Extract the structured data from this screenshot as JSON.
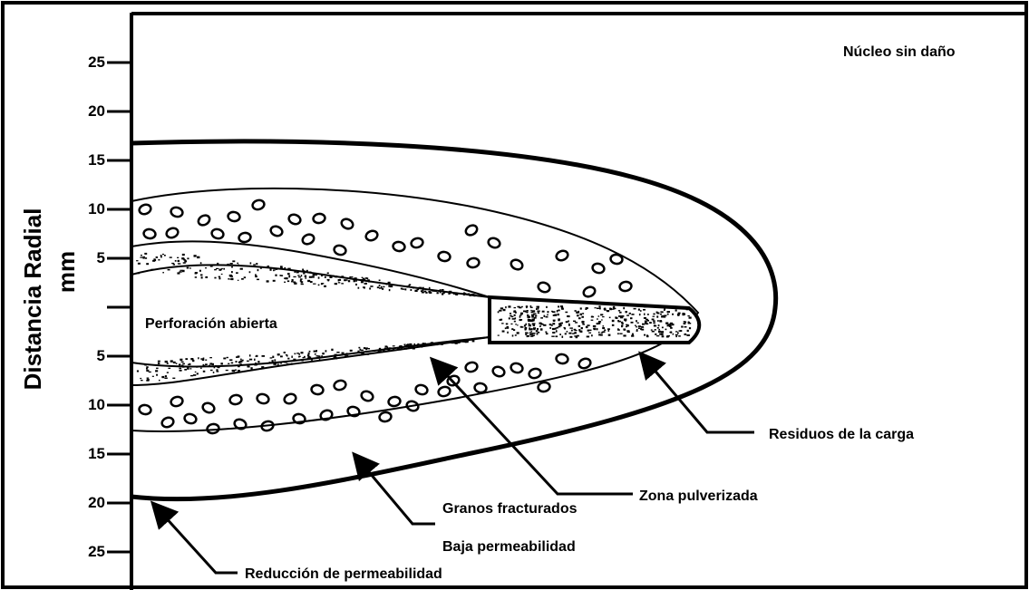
{
  "axis": {
    "title": "Distancia Radial",
    "unit": "mm",
    "ticks_upper": [
      "25",
      "20",
      "15",
      "10",
      "5"
    ],
    "ticks_lower": [
      "5",
      "10",
      "15",
      "20",
      "25"
    ]
  },
  "labels": {
    "undamaged_core": "Núcleo sin daño",
    "open_perforation": "Perforación abierta",
    "charge_residue": "Residuos de la carga",
    "pulverized_zone": "Zona pulverizada",
    "fractured_grains": "Granos fracturados",
    "low_permeability": "Baja permeabilidad",
    "permeability_reduction": "Reducción de permeabilidad"
  },
  "colors": {
    "ink": "#000000",
    "background": "#ffffff"
  }
}
